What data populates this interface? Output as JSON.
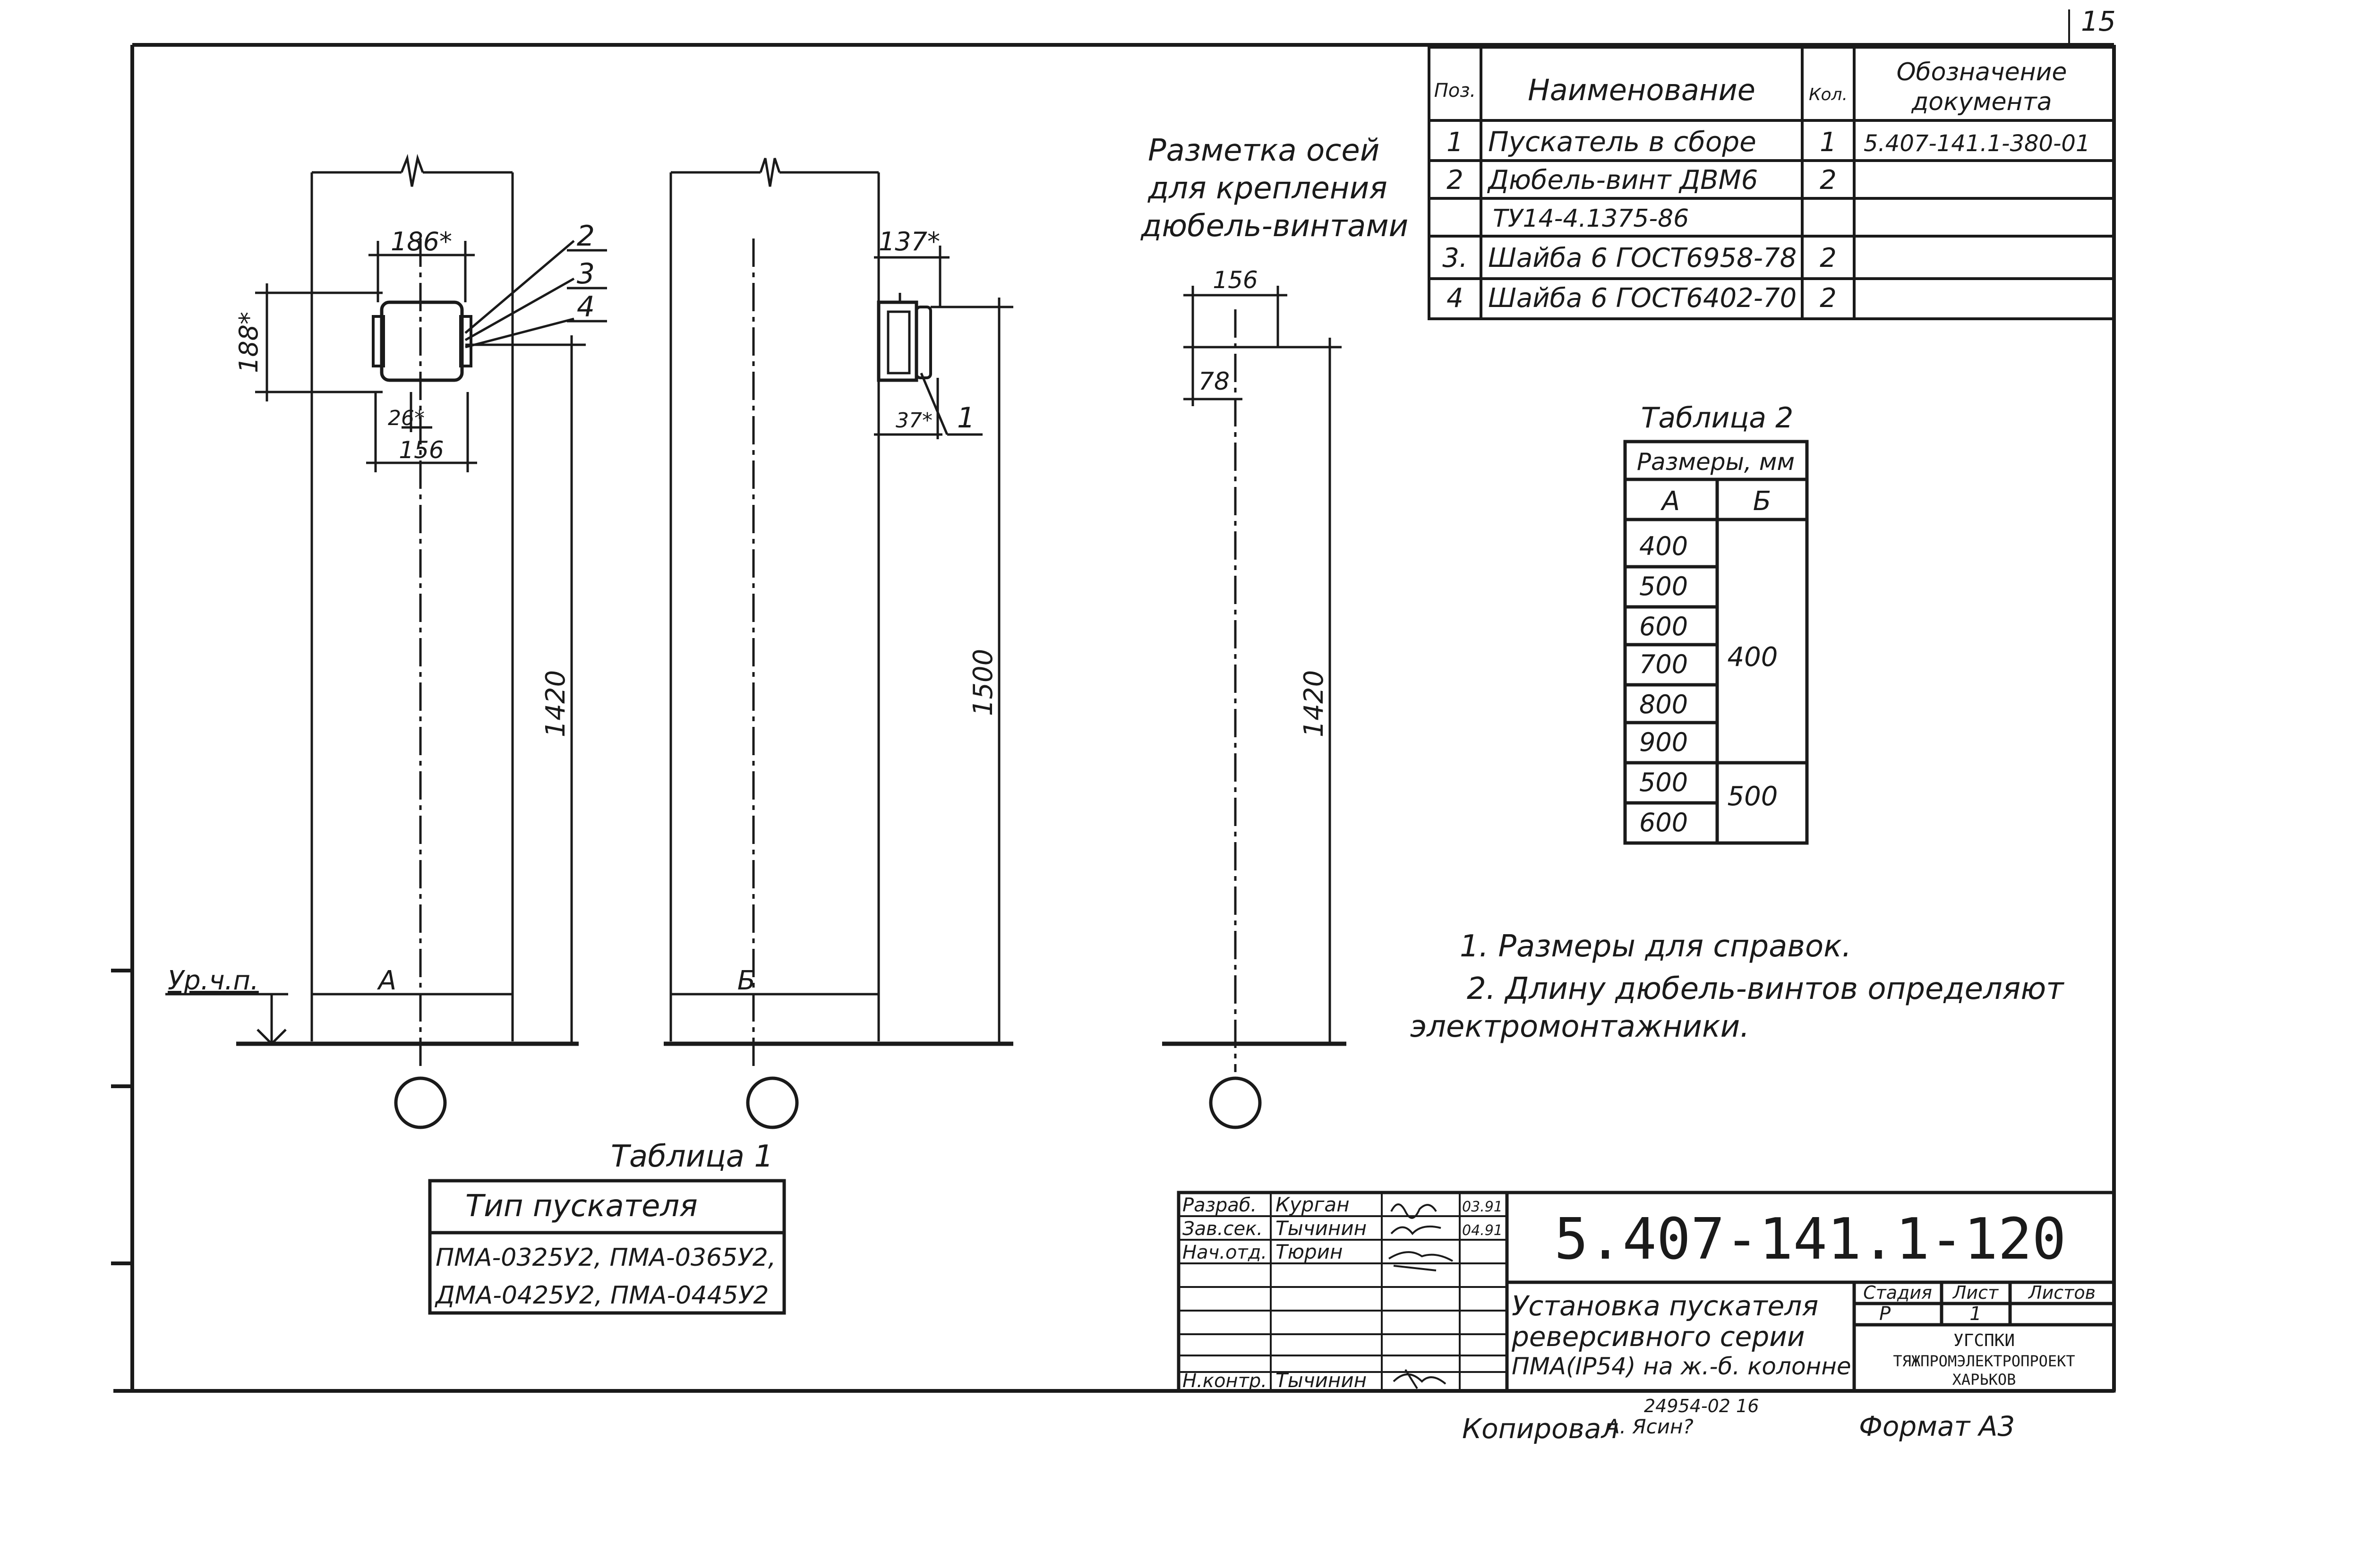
{
  "sheet_number": "15",
  "spec_table": {
    "headers": {
      "pos": "Поз.",
      "name": "Наименование",
      "qty": "Кол.",
      "doc": [
        "Обозначение",
        "документа"
      ]
    },
    "rows": [
      {
        "pos": "1",
        "name": "Пускатель в сборе",
        "qty": "1",
        "doc": "5.407-141.1-380-01"
      },
      {
        "pos": "2",
        "name": "Дюбель-винт ДВМ6",
        "qty": "2",
        "doc": ""
      },
      {
        "pos": "",
        "name": "ТУ14-4.1375-86",
        "qty": "",
        "doc": ""
      },
      {
        "pos": "3.",
        "name": "Шайба 6 ГОСТ6958-78",
        "qty": "2",
        "doc": ""
      },
      {
        "pos": "4",
        "name": "Шайба 6 ГОСТ6402-70",
        "qty": "2",
        "doc": ""
      }
    ]
  },
  "marking_caption": [
    "Разметка осей",
    "для крепления",
    "дюбель-винтами"
  ],
  "view1": {
    "dim_width": "186*",
    "dim_height": "188*",
    "dim_offset": "26*",
    "dim_holes": "156",
    "dim_level": "1420",
    "callouts": [
      "2",
      "3",
      "4"
    ],
    "base_label": "А",
    "level_label": "Ур.ч.п."
  },
  "view2": {
    "dim_depth": "137*",
    "dim_offset": "37*",
    "dim_level": "1500",
    "callout": "1",
    "base_label": "Б"
  },
  "view3": {
    "dim_holes": "156",
    "dim_half": "78",
    "dim_level": "1420"
  },
  "table2": {
    "title": "Таблица 2",
    "header": "Размеры, мм",
    "col_a": "А",
    "col_b": "Б",
    "a_values": [
      "400",
      "500",
      "600",
      "700",
      "800",
      "900",
      "500",
      "600"
    ],
    "b_values": [
      {
        "value": "400",
        "rows": 6
      },
      {
        "value": "500",
        "rows": 2
      }
    ]
  },
  "notes": [
    "1. Размеры для справок.",
    "2. Длину дюбель-винтов определяют",
    "электромонтажники."
  ],
  "table1": {
    "title": "Таблица 1",
    "header": "Тип пускателя",
    "rows": [
      "ПМА-0325У2, ПМА-0365У2,",
      "ДМА-0425У2, ПМА-0445У2"
    ]
  },
  "title_block": {
    "signatures": [
      {
        "role": "Разраб.",
        "name": "Курган",
        "date": "03.91"
      },
      {
        "role": "Зав.сек.",
        "name": "Тычинин",
        "date": "04.91"
      },
      {
        "role": "Нач.отд.",
        "name": "Тюрин",
        "date": ""
      },
      {
        "role": "Н.контр.",
        "name": "Тычинин",
        "date": ""
      }
    ],
    "doc_code": "5.407-141.1-120",
    "title_lines": [
      "Установка пускателя",
      "реверсивного серии",
      "ПМА(IP54) на ж.-б. колонне"
    ],
    "stage_header": "Стадия",
    "sheet_header": "Лист",
    "sheets_header": "Листов",
    "stage": "Р",
    "sheet": "1",
    "org_lines": [
      "УГСПКИ",
      "ТЯЖПРОМЭЛЕКТРОПРОЕКТ",
      "ХАРЬКОВ"
    ]
  },
  "footer": {
    "copied": "Копировал",
    "copier": "А. Ясин?",
    "stamp": "24954-02 16",
    "format": "Формат А3"
  }
}
